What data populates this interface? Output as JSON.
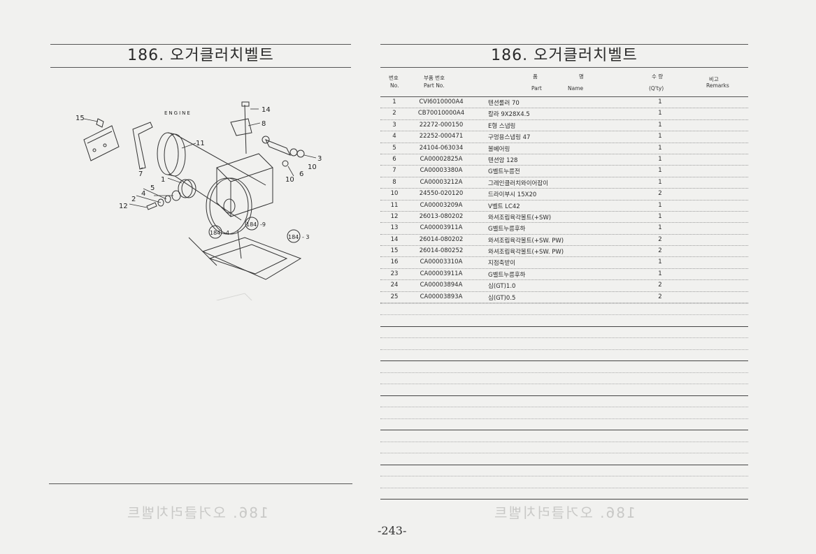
{
  "left": {
    "title": "186. 오거클러치벨트",
    "diagram": {
      "engine_label": "ENGINE",
      "callouts": [
        "15",
        "14",
        "8",
        "11",
        "3",
        "10",
        "6",
        "10",
        "7",
        "1",
        "5",
        "4",
        "2",
        "12"
      ],
      "refs": [
        "184",
        "-4",
        "184",
        "-9",
        "184",
        "- 3"
      ]
    }
  },
  "right": {
    "title": "186. 오거클러치벨트",
    "header": {
      "no_kr": "번호",
      "no_en": "No.",
      "part_kr": "부품 번호",
      "part_en": "Part  No.",
      "name_kr_1": "품",
      "name_kr_2": "명",
      "name_en_1": "Part",
      "name_en_2": "Name",
      "qty_kr": "수 량",
      "qty_en": "(Q'ty)",
      "remarks_kr": "비고",
      "remarks_en": "Remarks"
    },
    "rows": [
      {
        "no": "1",
        "part": "CVI6010000A4",
        "name": "텐션롤러 70",
        "qty": "1"
      },
      {
        "no": "2",
        "part": "CB70010000A4",
        "name": "칼라 9X28X4.5",
        "qty": "1"
      },
      {
        "no": "3",
        "part": "22272-000150",
        "name": "E형 스냅링",
        "qty": "1"
      },
      {
        "no": "4",
        "part": "22252-000471",
        "name": "구멍용스냅링 47",
        "qty": "1"
      },
      {
        "no": "5",
        "part": "24104-063034",
        "name": "볼베어링",
        "qty": "1"
      },
      {
        "no": "6",
        "part": "CA00002825A",
        "name": "텐션암 128",
        "qty": "1"
      },
      {
        "no": "7",
        "part": "CA00003380A",
        "name": "G벨트누름전",
        "qty": "1"
      },
      {
        "no": "8",
        "part": "CA00003212A",
        "name": "그레인클러치와이어잡이",
        "qty": "1"
      },
      {
        "no": "10",
        "part": "24550-020120",
        "name": "드라이부시 15X20",
        "qty": "2"
      },
      {
        "no": "11",
        "part": "CA00003209A",
        "name": "V벨트 LC42",
        "qty": "1"
      },
      {
        "no": "12",
        "part": "26013-080202",
        "name": "와셔조립육각볼트(+SW)",
        "qty": "1"
      },
      {
        "no": "13",
        "part": "CA00003911A",
        "name": "G벨트누름후하",
        "qty": "1"
      },
      {
        "no": "14",
        "part": "26014-080202",
        "name": "와셔조립육각볼트(+SW. PW)",
        "qty": "2"
      },
      {
        "no": "15",
        "part": "26014-080252",
        "name": "와셔조립육각볼트(+SW. PW)",
        "qty": "2"
      },
      {
        "no": "16",
        "part": "CA00003310A",
        "name": "지점축받이",
        "qty": "1"
      },
      {
        "no": "23",
        "part": "CA00003911A",
        "name": "G벨트누름후하",
        "qty": "1"
      },
      {
        "no": "24",
        "part": "CA00003894A",
        "name": "심(GT)1.0",
        "qty": "2"
      },
      {
        "no": "25",
        "part": "CA00003893A",
        "name": "심(GT)0.5",
        "qty": "2"
      }
    ]
  },
  "page_number": "-243-"
}
